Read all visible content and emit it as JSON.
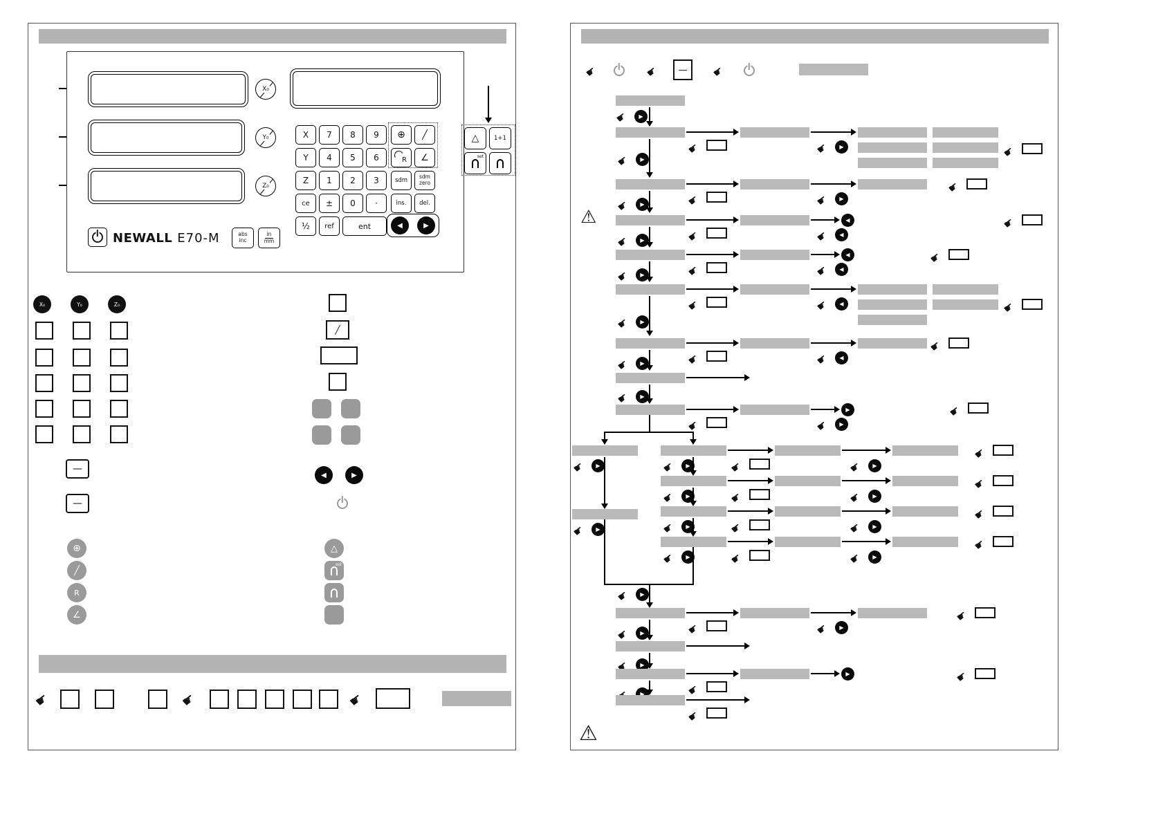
{
  "icons": {
    "hand": "☛",
    "warning": "⚠",
    "left": "◀",
    "right": "▶",
    "centre_find": "⊕",
    "diagonal": "╱",
    "radius": "R",
    "angle": "∠",
    "angle_box": "△",
    "dash": "—"
  },
  "device": {
    "brand": "NEWALL",
    "model": "E70-M",
    "axis_zero": {
      "x": "X₀",
      "y": "Y₀",
      "z": "Z₀"
    },
    "keys": {
      "x": "X",
      "y": "Y",
      "z": "Z",
      "d7": "7",
      "d8": "8",
      "d9": "9",
      "d4": "4",
      "d5": "5",
      "d6": "6",
      "d1": "1",
      "d2": "2",
      "d3": "3",
      "d0": "0",
      "ce": "ce",
      "pm": "±",
      "dot": "·",
      "sdm": "sdm",
      "sdm_zero_top": "sdm",
      "sdm_zero_bot": "zero",
      "ins": "ins.",
      "del": "del.",
      "half": "½",
      "ref": "ref",
      "ent": "ent",
      "abs_top": "abs",
      "abs_bot": "inc",
      "inmm_top": "in",
      "inmm_bot": "mm",
      "one_plus_one": "1+1",
      "set": "set"
    }
  }
}
